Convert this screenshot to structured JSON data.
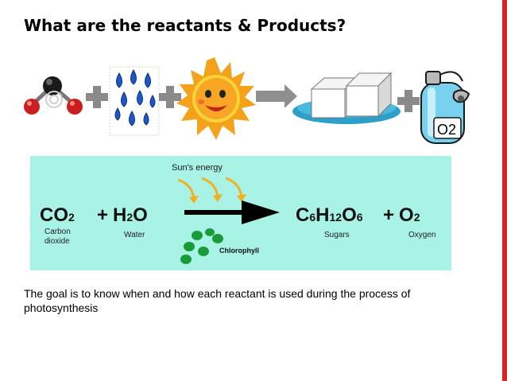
{
  "slide": {
    "title": "What are the reactants & Products?",
    "accent_color": "#d9231f"
  },
  "illustrations": {
    "icons": [
      "co2-molecule-icon",
      "plus-icon",
      "water-drops-icon",
      "plus-icon",
      "sun-icon",
      "arrow-right-icon",
      "sugar-cubes-icon",
      "plus-icon",
      "oxygen-tank-icon"
    ],
    "o2_label": "O2"
  },
  "equation": {
    "panel_color": "#a8f2e6",
    "energy_label": "Sun's energy",
    "co2": {
      "formula": "CO",
      "subscript": "2",
      "name_line1": "Carbon",
      "name_line2": "dioxide"
    },
    "h2o": {
      "plus": "+",
      "h": "H",
      "subscript": "2",
      "o": "O",
      "name": "Water"
    },
    "chlorophyll_label": "Chlorophyll",
    "glucose": {
      "c": "C",
      "c_sub": "6",
      "h": "H",
      "h_sub": "12",
      "o": "O",
      "o_sub": "6",
      "name": "Sugars"
    },
    "o2": {
      "plus": "+",
      "formula": "O",
      "subscript": "2",
      "name": "Oxygen"
    }
  },
  "body": {
    "text": "The goal is to know when and how each reactant is used during the process of photosynthesis"
  }
}
